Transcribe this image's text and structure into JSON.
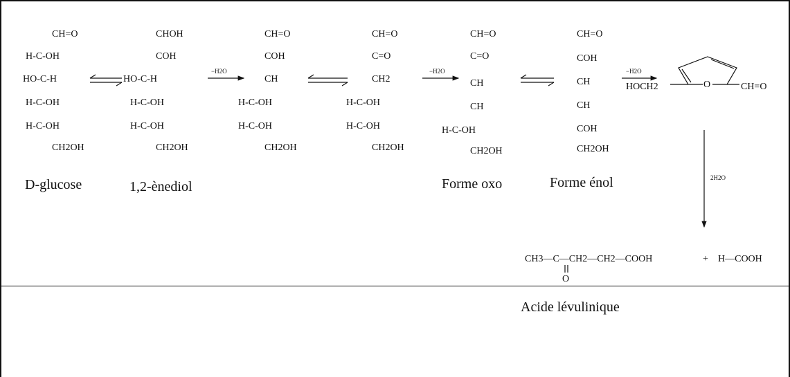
{
  "structures": {
    "glucose": {
      "rows": [
        "CH=O",
        "H-C-OH",
        "HO-C-H",
        "H-C-OH",
        "H-C-OH",
        "CH2OH"
      ],
      "label": "D-glucose"
    },
    "enediol": {
      "rows": [
        "CHOH",
        "COH",
        "HO-C-H",
        "H-C-OH",
        "H-C-OH",
        "CH2OH"
      ],
      "label": "1,2-ènediol"
    },
    "inter1": {
      "rows": [
        "CH=O",
        "COH",
        "CH",
        "H-C-OH",
        "H-C-OH",
        "CH2OH"
      ],
      "label": ""
    },
    "inter2": {
      "rows": [
        "CH=O",
        "C=O",
        "CH2",
        "H-C-OH",
        "H-C-OH",
        "CH2OH"
      ],
      "label": ""
    },
    "oxo": {
      "rows": [
        "CH=O",
        "C=O",
        "CH",
        "CH",
        "H-C-OH",
        "CH2OH"
      ],
      "label": "Forme oxo"
    },
    "enol": {
      "rows": [
        "CH=O",
        "COH",
        "CH",
        "CH",
        "COH",
        "CH2OH"
      ],
      "label": "Forme énol"
    }
  },
  "hmf": {
    "left": "HOCH2",
    "right": "CH=O",
    "ring_atom": "O"
  },
  "arrows": {
    "water1": "−H2O",
    "water2": "−H2O",
    "water3": "−H2O",
    "water_add": "2H2O"
  },
  "products": {
    "levulinic": "CH3—C—CH2—CH2—COOH",
    "levulinic_o": "O",
    "plus": "+",
    "formic": "H—COOH",
    "label": "Acide lévulinique"
  }
}
